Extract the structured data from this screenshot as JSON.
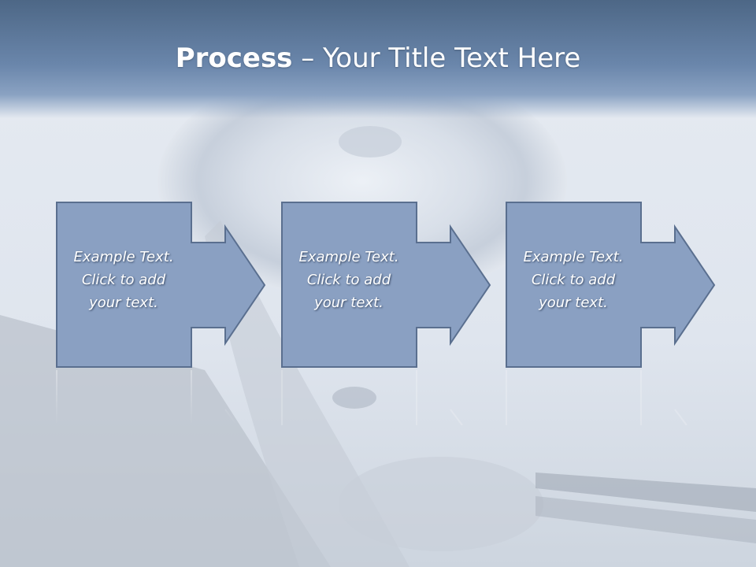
{
  "slide": {
    "title_bold": "Process",
    "title_rest": " – Your Title Text Here"
  },
  "steps": [
    {
      "line1": "Example Text.",
      "line2": "Click  to add",
      "line3": "your text."
    },
    {
      "line1": "Example Text.",
      "line2": "Click  to add",
      "line3": "your text."
    },
    {
      "line1": "Example Text.",
      "line2": "Click  to add",
      "line3": "your text."
    }
  ],
  "colors": {
    "box_fill": "#8aa0c2",
    "box_stroke": "#5a6f8f",
    "header": "#5a7699"
  }
}
